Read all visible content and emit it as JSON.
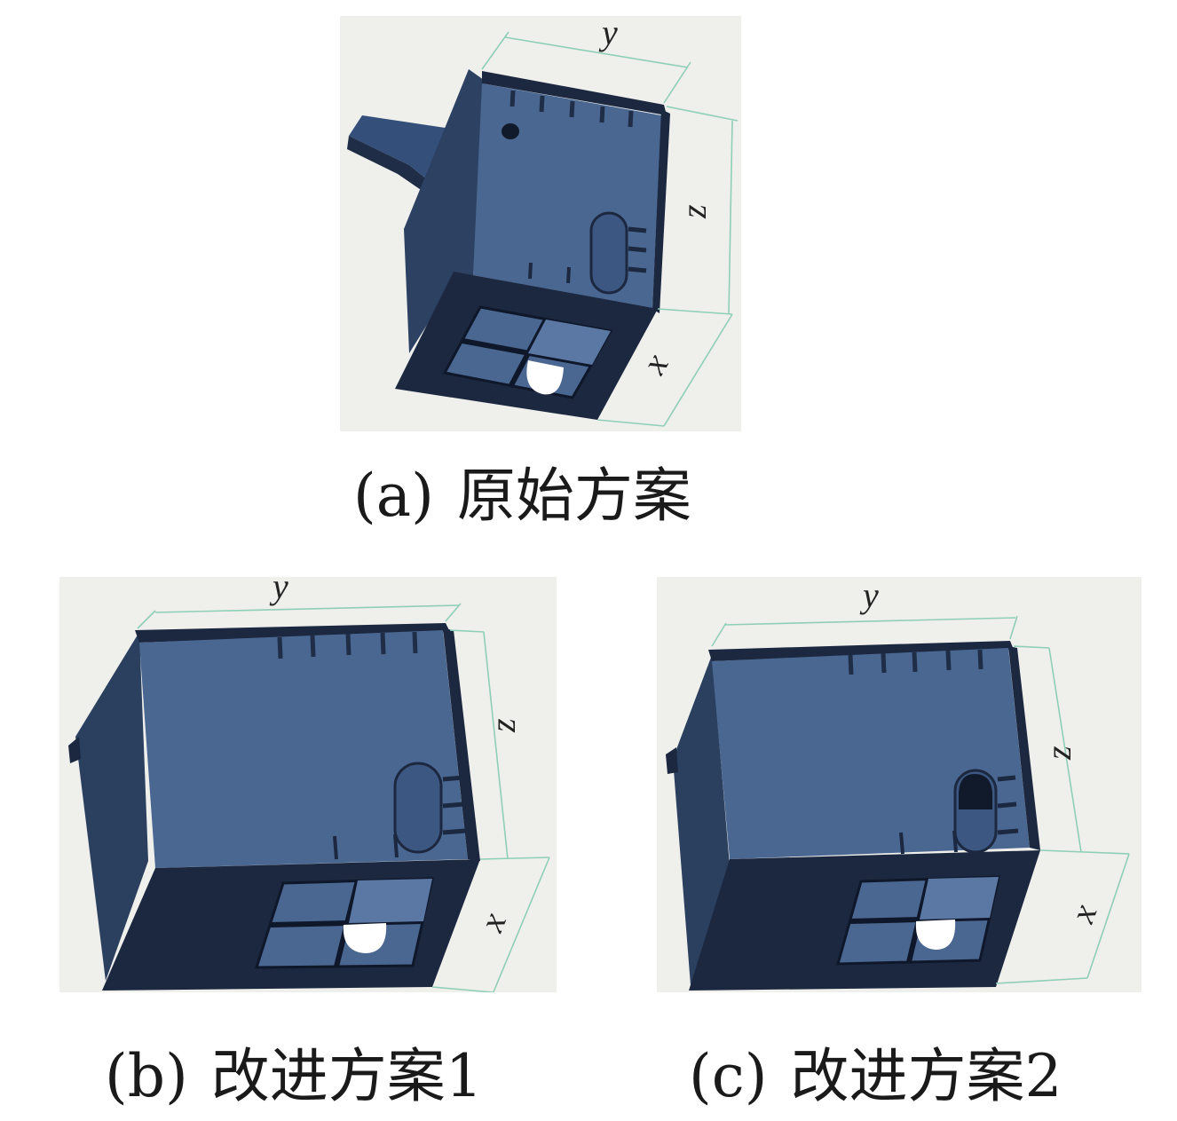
{
  "figures": [
    {
      "id": "a",
      "label": "(a)",
      "title": "原始方案",
      "dims": {
        "y": "y",
        "z": "z",
        "x": "x"
      }
    },
    {
      "id": "b",
      "label": "(b)",
      "title": "改进方案1",
      "dims": {
        "y": "y",
        "z": "z",
        "x": "x"
      }
    },
    {
      "id": "c",
      "label": "(c)",
      "title": "改进方案2",
      "dims": {
        "y": "y",
        "z": "z",
        "x": "x"
      }
    }
  ],
  "colors": {
    "box_face": "#3f5d86",
    "box_side": "#2b3f5f",
    "box_dark": "#1c2840",
    "dimension_line": "#8fcfb8",
    "panel_background": "#efefec"
  }
}
